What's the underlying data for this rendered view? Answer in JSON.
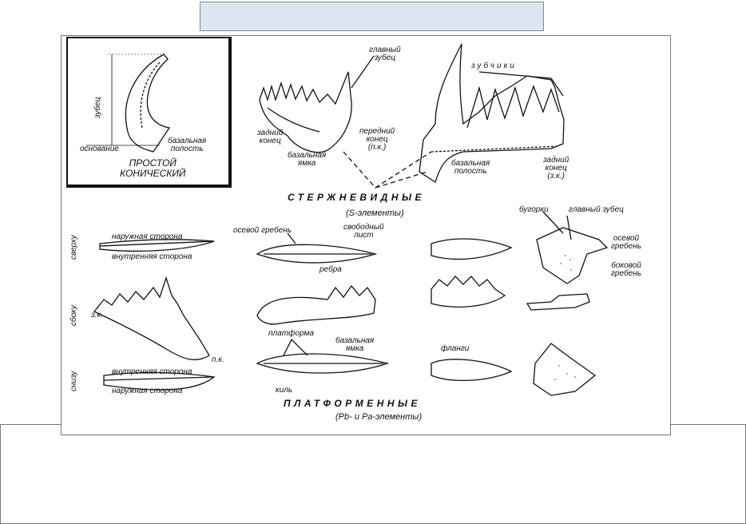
{
  "labels": {
    "glavny_zubets_top": "главный\nзубец",
    "zubchiki": "зубчики",
    "zadny_konets_left": "задний\nконец",
    "bazalnaya_yamka_top": "базальная\nямка",
    "peredny_konets": "передний\nконец\n(п.к.)",
    "bazalnaya_polost_top": "базальная\nполость",
    "zadny_konets_right": "задний\nконец\n(з.к.)",
    "sterzhnevidnye": "СТЕРЖНЕВИДНЫЕ",
    "s_elementy": "(S-элементы)",
    "zubets": "зубец",
    "osnovanie": "основание",
    "bazalnaya_polost_inset": "базальная\nполость",
    "prostoy": "ПРОСТОЙ\nКОНИЧЕСКИЙ",
    "sverkhu": "сверху",
    "sboku": "сбоку",
    "snizu": "снизу",
    "naruzhnaya_storona_top": "наружная сторона",
    "vnutrennyaya_storona_top": "внутренняя сторона",
    "zk": "з.к.",
    "pk": "п.к.",
    "vnutrennyaya_storona_bottom": "внутренняя сторона",
    "naruzhnaya_storona_bottom": "наружная сторона",
    "osevoy_greben_left": "осевой гребень",
    "svobodny_list": "свободный\nлист",
    "rebra": "ребра",
    "platforma": "платформа",
    "bazalnaya_yamka_bottom": "базальная\nямка",
    "kil": "киль",
    "flangi": "фланги",
    "bugorki": "бугорки",
    "glavny_zubets_right": "главный зубец",
    "osevoy_greben_right": "осевой\nгребень",
    "bokovoy_greben": "боковой\nгребень",
    "platformennye": "ПЛАТФОРМЕННЫЕ",
    "pb_pa_elementy": "(Pb- и Pa-элементы)"
  }
}
